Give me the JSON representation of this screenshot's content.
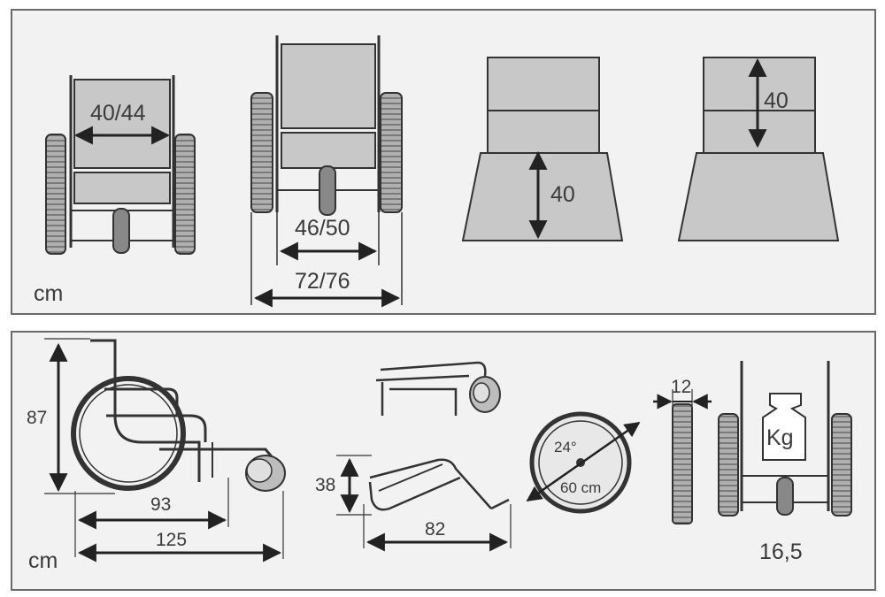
{
  "top": {
    "unit": "cm",
    "seat_width": "40/44",
    "inner_width": "46/50",
    "overall_width": "72/76",
    "seat_height": "40",
    "backrest_height": "40"
  },
  "bottom": {
    "unit": "cm",
    "total_height": "87",
    "seat_depth": "93",
    "total_length": "125",
    "folded_height": "38",
    "folded_length": "82",
    "wheel_angle": "24°",
    "wheel_diameter": "60 cm",
    "wheel_width": "12",
    "weight_label": "Kg",
    "weight_value": "16,5"
  },
  "colors": {
    "line": "#333333",
    "fill": "#c8c8c8",
    "panel": "#f2f2f2",
    "tyre": "#9a9a9a"
  }
}
